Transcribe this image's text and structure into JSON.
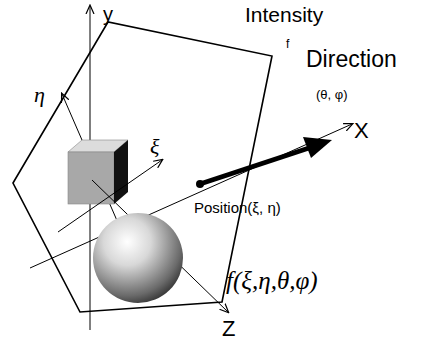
{
  "diagram": {
    "labels": [
      "y",
      "Intensity",
      "f",
      "Direction",
      "(θ, φ)",
      "η",
      "ξ",
      "X",
      "Position(ξ, η)",
      "f(ξ,η,θ,φ)",
      "Z"
    ]
  }
}
